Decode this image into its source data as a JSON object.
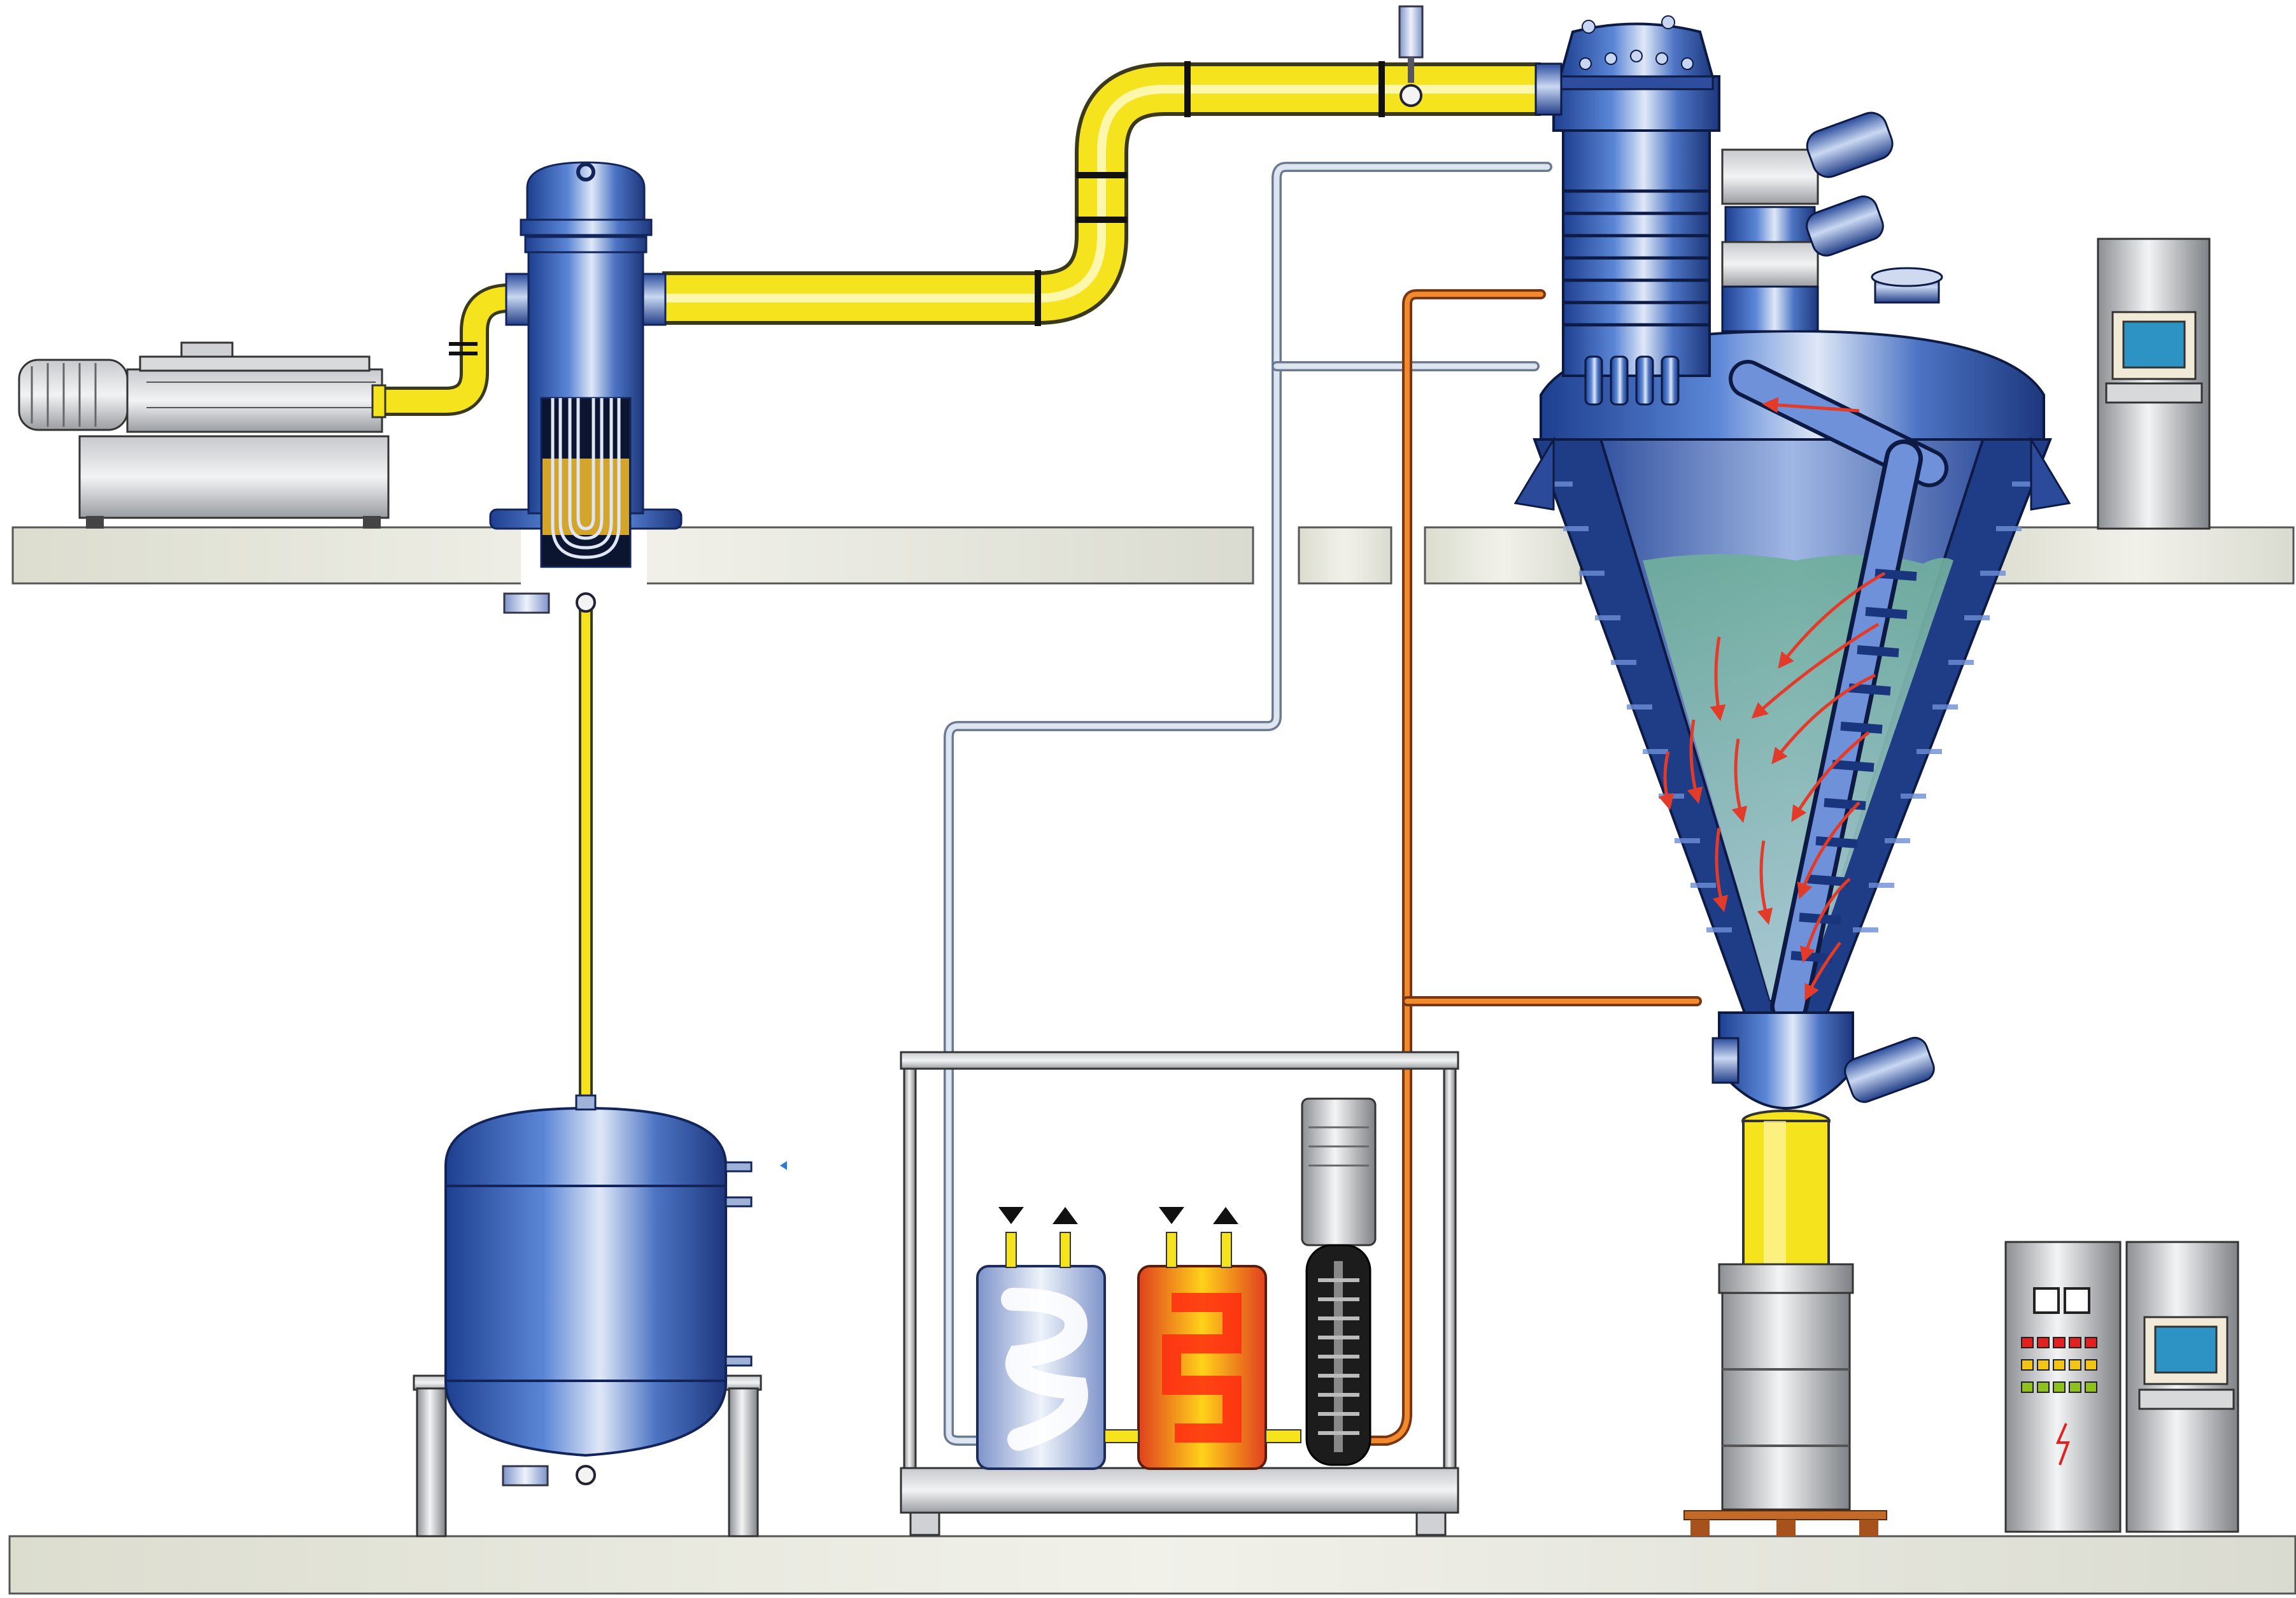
{
  "diagram": {
    "type": "process-flow-illustration",
    "labels": [],
    "components": [
      {
        "id": "vacuum-pump-unit",
        "icon": "vacuum-pump-icon"
      },
      {
        "id": "condenser",
        "icon": "heat-exchanger-icon"
      },
      {
        "id": "distillate-receiver",
        "icon": "tank-icon"
      },
      {
        "id": "conical-screw-dryer",
        "icon": "conical-mixer-icon"
      },
      {
        "id": "temperature-control-unit",
        "icon": "thermal-unit-icon"
      },
      {
        "id": "discharge-drum",
        "icon": "drum-icon"
      },
      {
        "id": "control-cabinet",
        "icon": "control-panel-icon"
      },
      {
        "id": "operator-terminal",
        "icon": "monitor-icon"
      }
    ],
    "colors": {
      "vapor_line": "#f5e31e",
      "heating_line": "#e8782a",
      "cooling_line": "#c9d6e8",
      "vessel": "#3f63b5",
      "product": "#7fb8a8",
      "flow_arrows": "#e23b2a",
      "floor": "#e7e8dc"
    }
  }
}
